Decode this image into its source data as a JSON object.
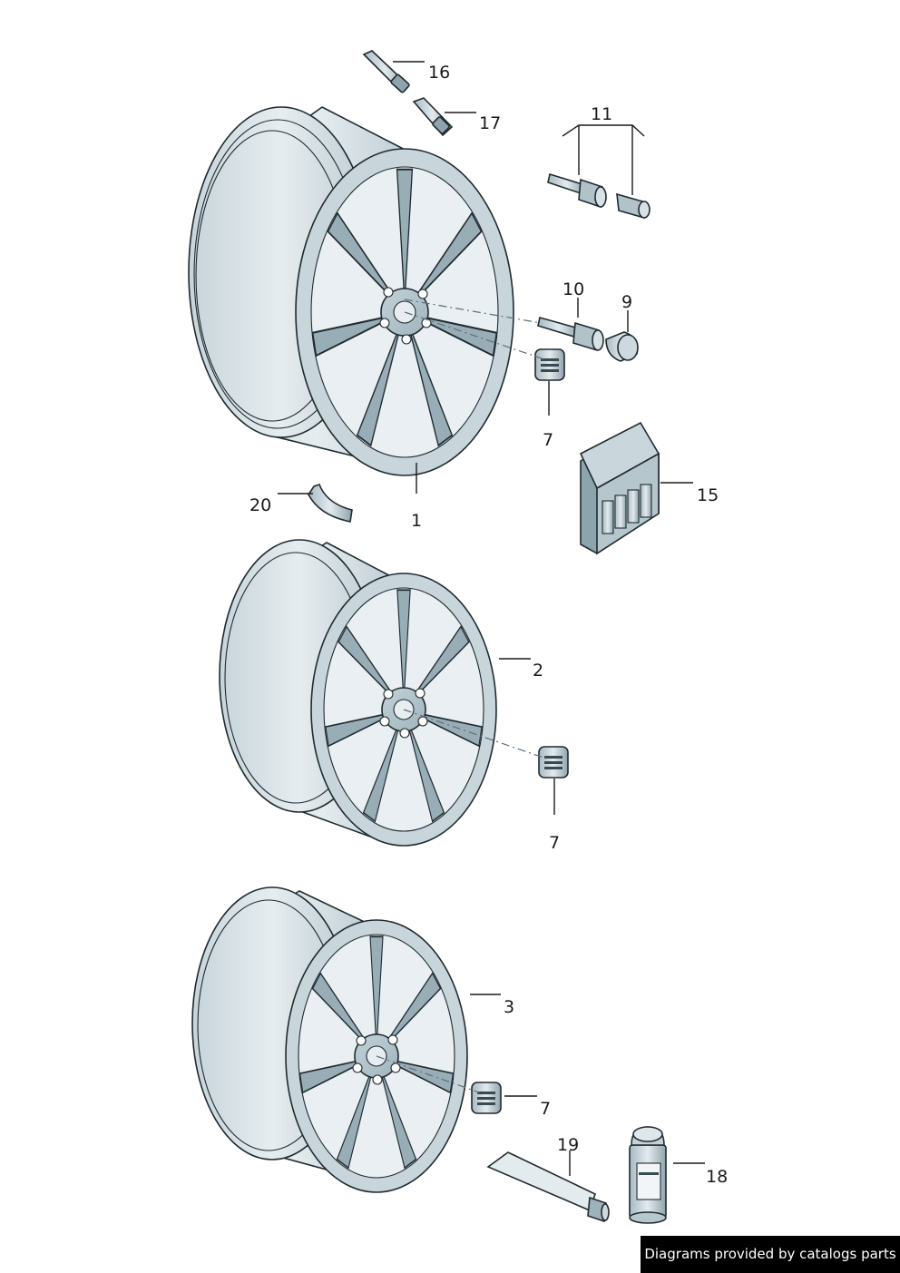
{
  "callouts": {
    "c1": "1",
    "c2": "2",
    "c3": "3",
    "c7a": "7",
    "c7b": "7",
    "c7c": "7",
    "c9": "9",
    "c10": "10",
    "c11": "11",
    "c15": "15",
    "c16": "16",
    "c17": "17",
    "c18": "18",
    "c19": "19",
    "c20": "20"
  },
  "credit": "Diagrams provided by catalogs parts",
  "colors": {
    "part_light": "#dfe8ec",
    "part_mid": "#b9c8cf",
    "part_dark": "#7e939c",
    "outline": "#1f2a30",
    "credit_bg": "#000000",
    "credit_text": "#ffffff"
  }
}
